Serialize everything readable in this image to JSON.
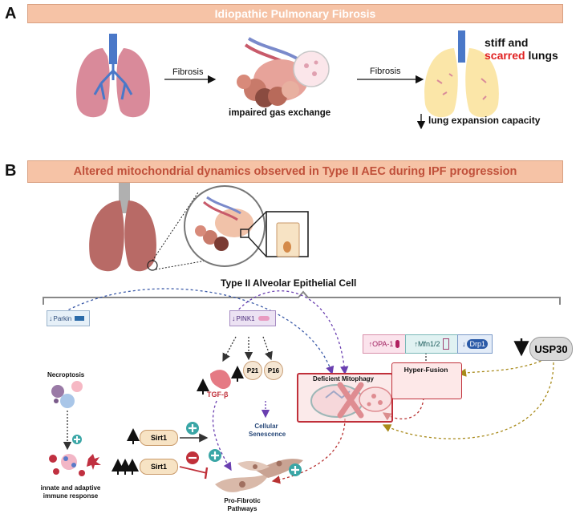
{
  "panel_a": {
    "letter": "A",
    "title": "Idiopathic Pulmonary Fibrosis",
    "arrow1_label": "Fibrosis",
    "arrow2_label": "Fibrosis",
    "impaired_label": "impaired gas exchange",
    "stiff_line1": "stiff and",
    "stiff_scarred": "scarred",
    "stiff_lungs": " lungs",
    "expansion_label": "lung expansion capacity"
  },
  "panel_b": {
    "letter": "B",
    "title": "Altered mitochondrial dynamics observed in Type II AEC during IPF progression",
    "cell_label": "Type II Alveolar Epithelial Cell",
    "parkin": "Parkin",
    "pink1": "PINK1",
    "necroptosis": "Necroptosis",
    "immune_line1": "innate and adaptive",
    "immune_line2": "immune response",
    "tgfb": "TGF-β",
    "p21": "P21",
    "p16": "P16",
    "senescence_line1": "Cellular",
    "senescence_line2": "Senescence",
    "sirt1_a": "Sirt1",
    "sirt1_b": "Sirt1",
    "profibrotic_line1": "Pro-Fibrotic",
    "profibrotic_line2": "Pathways",
    "deficient": "Deficient Mitophagy",
    "opa1": "OPA-1",
    "mfn": "Mfn1/2",
    "drp1": "Drp1",
    "hyperfusion": "Hyper-Fusion",
    "usp30": "USP30"
  },
  "colors": {
    "banner": "#f6c3a6",
    "scarred": "#e02020",
    "purple_arrow": "#6a3fb0",
    "red_arrow": "#b83232",
    "olive_arrow": "#a88a1a",
    "plus": "#3aa6a6",
    "minus": "#c0303a"
  }
}
